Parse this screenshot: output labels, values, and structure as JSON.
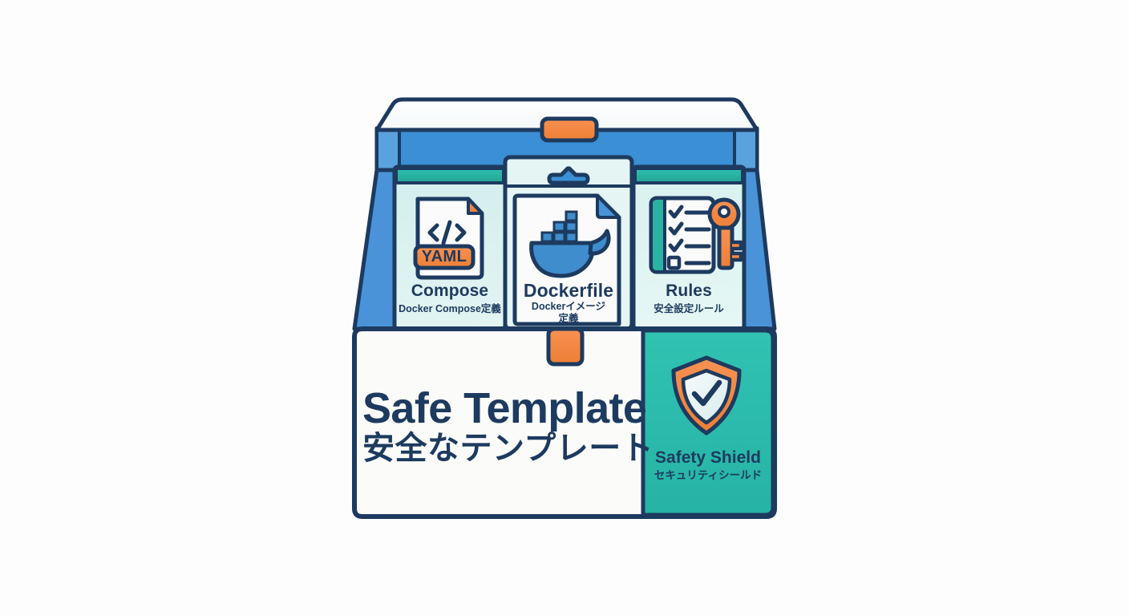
{
  "illustration": {
    "subject": "safe-template-toolbox",
    "background_color": "#fdfdfd",
    "palette": {
      "outline_navy": "#1d3a5f",
      "lid_white": "#fbfdfd",
      "lid_blue": "#3b8fd4",
      "wedge_blue": "#4a93d8",
      "card_mint": "#d7f0ee",
      "card_mint_alt": "#dff3f1",
      "strip_teal": "#2ab3a3",
      "panel_teal": "#2cbcad",
      "panel_white": "#fbfbfa",
      "accent_orange": "#f2873f",
      "paper_white": "#fbfbfb",
      "docker_blue": "#3f8dcc"
    }
  },
  "toolbox": {
    "lid": {
      "latch_label": ""
    },
    "cards": [
      {
        "id": "compose",
        "title": "Compose",
        "subtitle": "Docker Compose定義",
        "icon": "yaml-file-icon",
        "badge": "YAML"
      },
      {
        "id": "dockerfile",
        "title": "Dockerfile",
        "subtitle": "Dockerイメージ",
        "subtitle2": "定義",
        "icon": "docker-whale-icon"
      },
      {
        "id": "rules",
        "title": "Rules",
        "subtitle": "安全設定ルール",
        "icon": "checklist-key-icon"
      }
    ],
    "front_panel": {
      "title_en": "Safe Template",
      "title_ja": "安全なテンプレート"
    },
    "shield_panel": {
      "icon": "shield-check-icon",
      "label_en": "Safety Shield",
      "label_ja": "セキュリティシールド"
    }
  }
}
